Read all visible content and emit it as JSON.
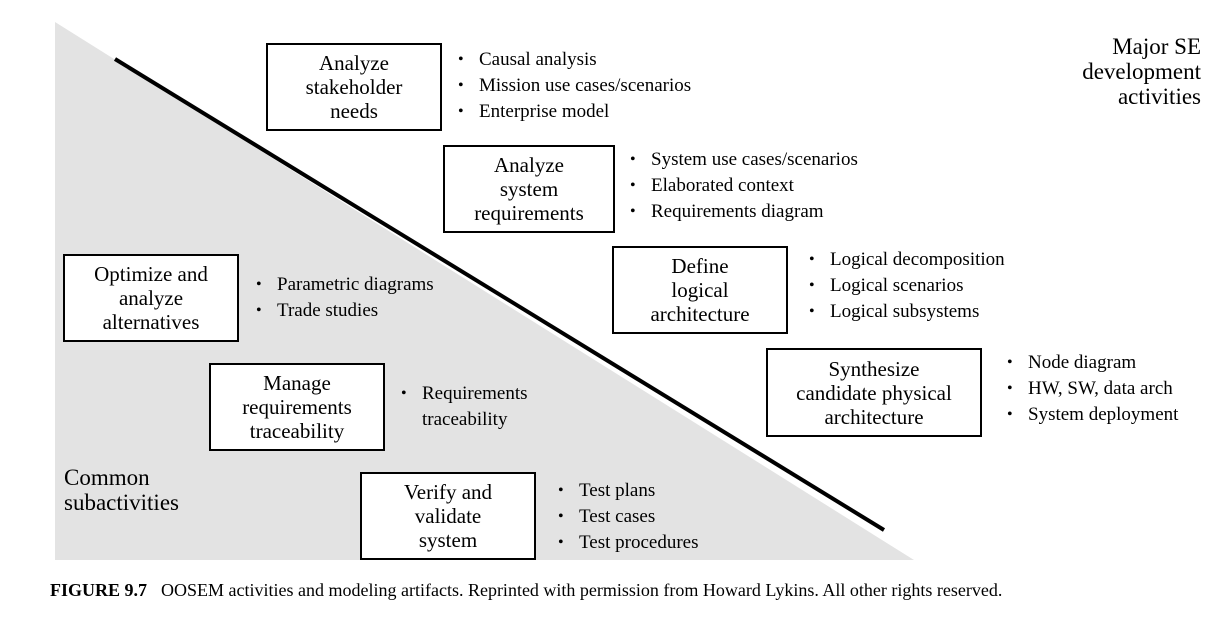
{
  "major_label": [
    "Major SE",
    "development",
    "activities"
  ],
  "common_label": [
    "Common",
    "subactivities"
  ],
  "major_activities": [
    {
      "id": "stakeholder",
      "title": [
        "Analyze",
        "stakeholder",
        "needs"
      ],
      "artifacts": [
        "Causal analysis",
        "Mission use cases/scenarios",
        "Enterprise model"
      ]
    },
    {
      "id": "system-req",
      "title": [
        "Analyze",
        "system",
        "requirements"
      ],
      "artifacts": [
        "System use cases/scenarios",
        "Elaborated context",
        "Requirements diagram"
      ]
    },
    {
      "id": "logical-arch",
      "title": [
        "Define",
        "logical",
        "architecture"
      ],
      "artifacts": [
        "Logical decomposition",
        "Logical scenarios",
        "Logical subsystems"
      ]
    },
    {
      "id": "physical-arch",
      "title": [
        "Synthesize",
        "candidate physical",
        "architecture"
      ],
      "artifacts": [
        "Node diagram",
        "HW, SW, data arch",
        "System deployment"
      ]
    }
  ],
  "common_subactivities": [
    {
      "id": "optimize",
      "title": [
        "Optimize and",
        "analyze",
        "alternatives"
      ],
      "artifacts": [
        [
          "Parametric diagrams"
        ],
        [
          "Trade studies"
        ]
      ]
    },
    {
      "id": "traceability",
      "title": [
        "Manage",
        "requirements",
        "traceability"
      ],
      "artifacts": [
        [
          "Requirements",
          "traceability"
        ]
      ]
    },
    {
      "id": "verify",
      "title": [
        "Verify and",
        "validate",
        "system"
      ],
      "artifacts": [
        [
          "Test plans"
        ],
        [
          "Test cases"
        ],
        [
          "Test procedures"
        ]
      ]
    }
  ],
  "caption": {
    "label": "FIGURE 9.7",
    "text": "OOSEM activities and modeling artifacts. Reprinted with permission from Howard Lykins. All other rights reserved."
  }
}
